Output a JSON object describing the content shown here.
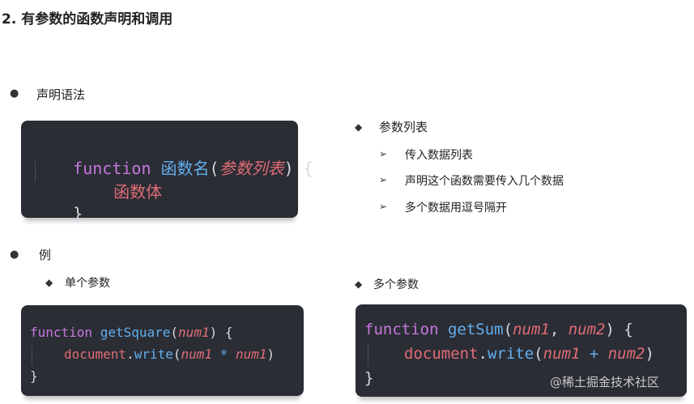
{
  "title": "2. 有参数的函数声明和调用",
  "syntax": {
    "heading": "声明语法",
    "code": {
      "keyword": "function",
      "fn_name": "函数名",
      "open_paren": "(",
      "params": "参数列表",
      "close_brace_open": ") {",
      "body": "函数体",
      "close": "}"
    }
  },
  "param_list": {
    "heading": "参数列表",
    "items": [
      "传入数据列表",
      "声明这个函数需要传入几个数据",
      "多个数据用逗号隔开"
    ]
  },
  "example": {
    "heading": "例",
    "single": {
      "label": "单个参数",
      "code": {
        "keyword": "function",
        "fn_name": "getSquare",
        "open": "(",
        "param": "num1",
        "rest": ") {",
        "obj": "document",
        "dot": ".",
        "method": "write",
        "p_open": "(",
        "arg1": "num1",
        "op": " * ",
        "arg2": "num1",
        "p_close": ")",
        "close": "}"
      }
    },
    "multi": {
      "label": "多个参数",
      "code": {
        "keyword": "function",
        "fn_name": "getSum",
        "open": "(",
        "param1": "num1",
        "comma": ", ",
        "param2": "num2",
        "rest": ") {",
        "obj": "document",
        "dot": ".",
        "method": "write",
        "p_open": "(",
        "arg1": "num1",
        "op": " + ",
        "arg2": "num2",
        "p_close": ")",
        "close": "}"
      }
    }
  },
  "watermark": "@稀土掘金技术社区",
  "colors": {
    "code_bg": "#2b2d35",
    "keyword": "#c678dd",
    "function": "#61afef",
    "param": "#e06c75"
  }
}
